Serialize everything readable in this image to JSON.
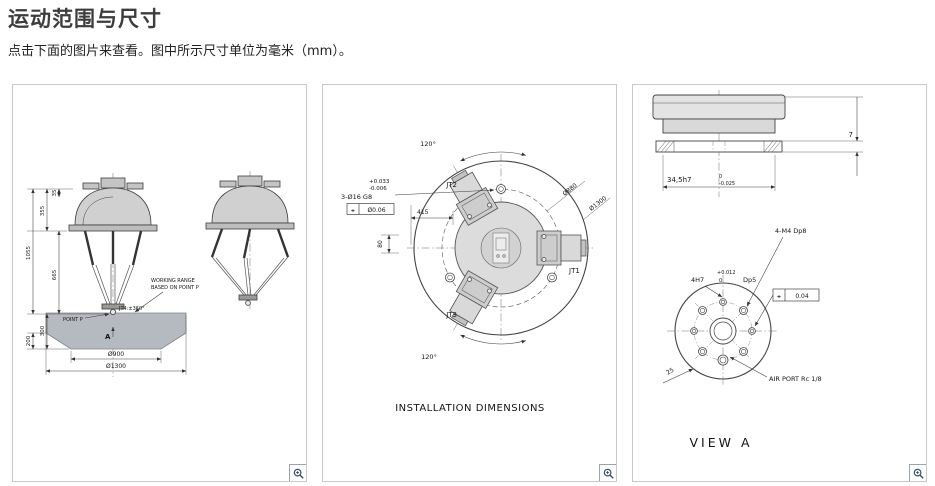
{
  "page": {
    "title": "运动范围与尺寸",
    "subtitle": "点击下面的图片来查看。图中所示尺寸单位为毫米（mm）。"
  },
  "motion": {
    "d35": "35",
    "d355": "355",
    "d1055": "1055",
    "d665": "665",
    "d300": "300",
    "d200": "200",
    "dia900": "Ø900",
    "dia1300": "Ø1300",
    "working_range_1": "WORKING RANGE",
    "working_range_2": "BASED ON POINT P",
    "point_p": "POINT P",
    "jt4": "JT4:±360°",
    "view_arrow": "A"
  },
  "installation": {
    "caption": "INSTALLATION DIMENSIONS",
    "angle_top": "120°",
    "angle_bottom": "120°",
    "holes_tol_plus": "+0.033",
    "holes_tol_minus": "-0.006",
    "holes_callout": "3-Ø16 G8",
    "gdt_symbol": "⌖",
    "gdt_value": "Ø0.06",
    "d415": "415",
    "d80": "80",
    "dia880": "Ø880",
    "dia1300": "Ø1300",
    "jt1": "JT1",
    "jt2": "JT2",
    "jt3": "JT3"
  },
  "flange": {
    "caption": "VIEW A",
    "shaft_dim": "34,5h7",
    "shaft_tol_upper": "0",
    "shaft_tol_lower": "-0.025",
    "thickness": "7",
    "m4_callout": "4-M4 Dp8",
    "h7_callout": "4H7",
    "h7_tol_upper": "+0.012",
    "h7_tol_lower": "0",
    "h7_depth": "Dp5",
    "gdt_symbol": "⌖",
    "gdt_value": "0.04",
    "air_port": "AIR PORT Rc 1/8",
    "d25": "25"
  }
}
